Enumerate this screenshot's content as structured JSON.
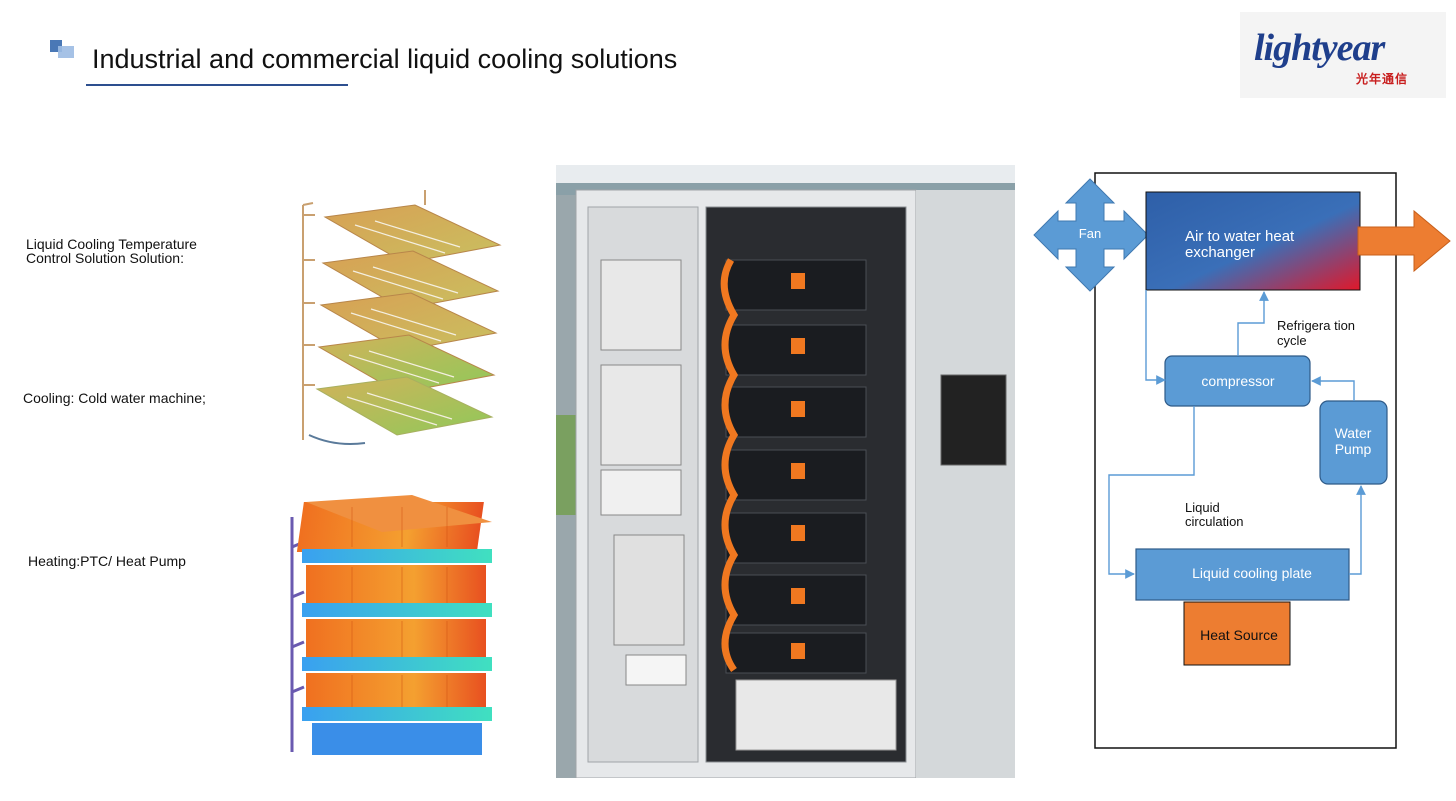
{
  "slide": {
    "title": "Industrial and commercial liquid cooling solutions"
  },
  "logo": {
    "word": "lightyear",
    "chinese": "光年通信"
  },
  "labels": {
    "temp_control_line1": "Liquid Cooling Temperature",
    "temp_control_line2": "Control Solution Solution:",
    "cooling": "Cooling: Cold water machine;",
    "heating": "Heating:PTC/ Heat Pump"
  },
  "diagram": {
    "fan": "Fan",
    "exchanger_line1": "Air to water heat",
    "exchanger_line2": "exchanger",
    "refrigeration_line1": "Refrigera tion",
    "refrigeration_line2": "cycle",
    "compressor": "compressor",
    "water_pump_line1": "Water",
    "water_pump_line2": "Pump",
    "liquid_line1": "Liquid",
    "liquid_line2": "circulation",
    "cooling_plate": "Liquid cooling  plate",
    "heat_source": "Heat Source"
  },
  "colors": {
    "accent_blue": "#5b9bd5",
    "accent_orange": "#ed7d31",
    "title_rule": "#2d4f8f",
    "exchanger_start": "#2e5fa8",
    "exchanger_end": "#e0182a"
  }
}
